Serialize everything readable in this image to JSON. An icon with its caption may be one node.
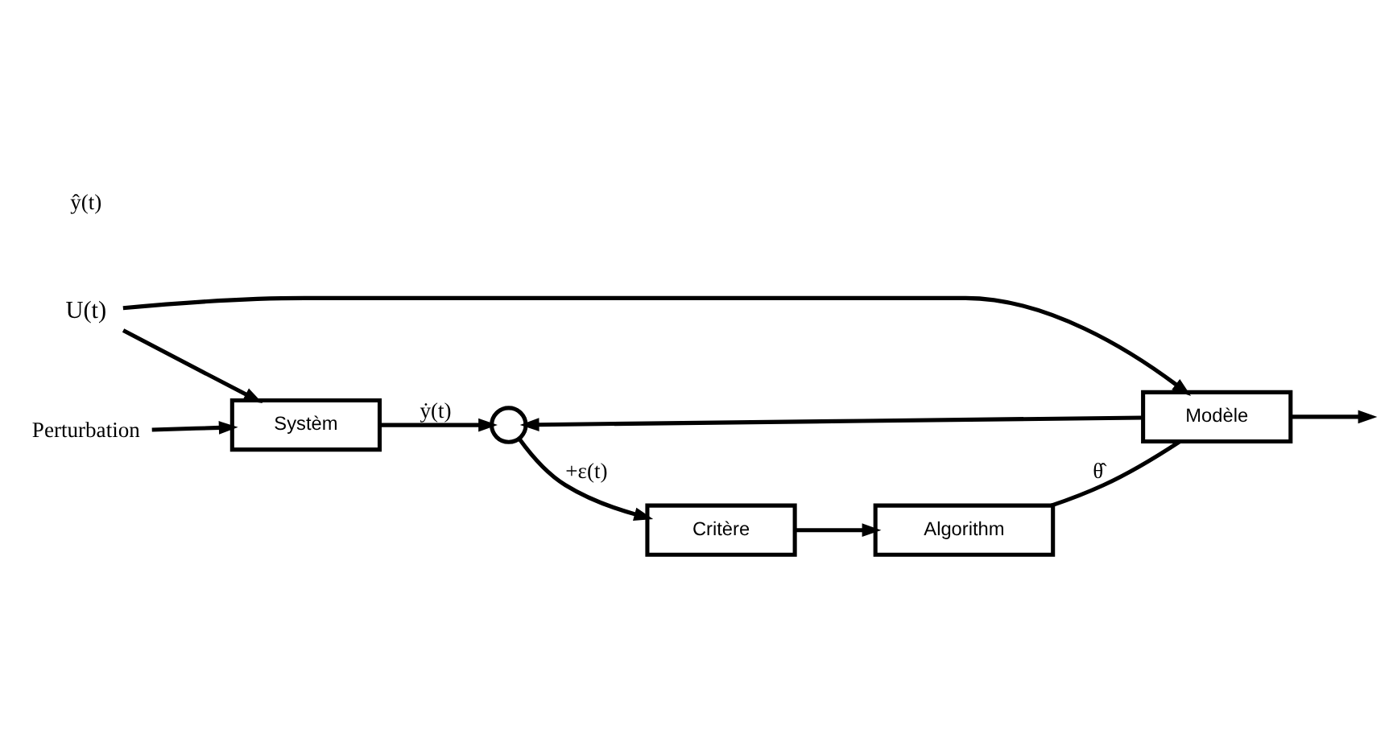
{
  "diagram": {
    "nodes": [
      {
        "text": [
          "U(t)"
        ]
      },
      {
        "text": [
          "Perturbation"
        ]
      },
      {
        "text": [
          "Systèm"
        ]
      },
      {
        "text": [
          "Modèle"
        ]
      },
      {
        "text": [],
        "shape": "circle"
      },
      {
        "text": [
          "Critère"
        ]
      },
      {
        "text": [
          "Algorithm"
        ]
      }
    ],
    "edges": [
      {
        "from": 0,
        "to": 2,
        "arrow": "to"
      },
      {
        "from": 0,
        "to": 3,
        "arrow": "to"
      },
      {
        "from": 1,
        "to": 2,
        "arrow": "to"
      },
      {
        "from": 2,
        "to": 4,
        "arrow": "to",
        "label": "ẏ(t)"
      },
      {
        "from": 3,
        "to": 4,
        "arrow": "to"
      },
      {
        "from": 3,
        "to": null,
        "arrow": "to"
      },
      {
        "from": 4,
        "to": 5,
        "arrow": "to",
        "label": "+ε(t)"
      },
      {
        "from": 5,
        "to": 6,
        "arrow": "to"
      },
      {
        "from": 6,
        "to": 3,
        "arrow": "none",
        "label": "θ̂"
      }
    ],
    "labels": [
      "ŷ(t)"
    ]
  }
}
